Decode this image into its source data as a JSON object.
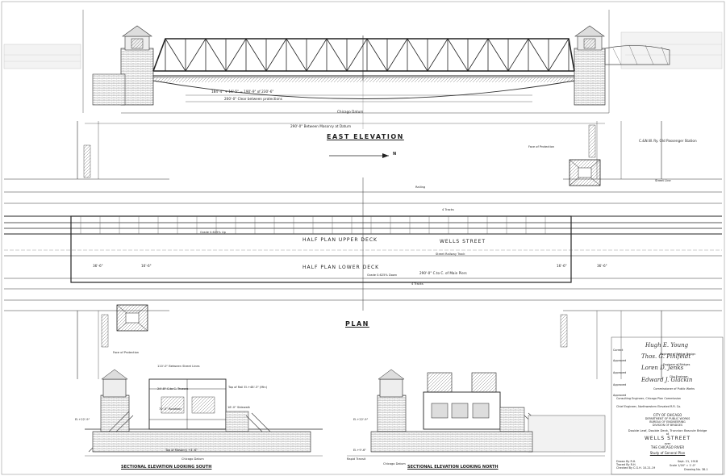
{
  "elevation": {
    "title": "EAST ELEVATION",
    "dim_trusses": "184'-4\" + 16'-5\" = 190'-9\" of 230'-6\"",
    "dim_clear": "200'-0\" Clear between protections",
    "datum": "Chicago Datum",
    "dim_masonry": "290'-0\" Between Masonry at Datum"
  },
  "north_arrow": "N",
  "plan": {
    "title": "PLAN",
    "half_upper": "HALF   PLAN   UPPER   DECK",
    "half_lower": "HALF   PLAN   LOWER   DECK",
    "street": "WELLS     STREET",
    "upper_grade": "Grade 0.625% Up",
    "lower_grade": "Grade 0.625% Down",
    "railway_track": "Street Railway Track",
    "span_note": "290'-0\" C.to C. of Main Piers",
    "tracks_top": "4 Tracks",
    "tracks_bot": "4 Tracks",
    "face_protection_top": "Face of Protection",
    "face_protection_bot": "Face of Protection",
    "old_station": "C.&N.W. Ry. Old Passenger Station",
    "street_line": "Street Line",
    "railing": "Railing",
    "dim_36": "36'-6\"",
    "dim_16": "16'-6\"",
    "dim_36b": "36'-6\"",
    "dim_16b": "16'-6\""
  },
  "sections": {
    "south_title": "SECTIONAL  ELEVATION  LOOKING  SOUTH",
    "north_title": "SECTIONAL  ELEVATION  LOOKING  NORTH",
    "south_dim": "110'-0\" Between Street Lines",
    "datum": "Chicago Datum",
    "top_masonry": "Top of Masonry +4'-6\"",
    "elev_1": "El.+22'-9\"",
    "elev_2": "El.+22'-9\"",
    "elev_3": "El.+9'-6\"",
    "top_of_rail": "Top of Rail El.+48'-3\" (Min)",
    "dim_24": "24'-8\" C.to C. Trusses",
    "dim_70": "70'-0\" Roadway",
    "dim_18": "18'-0\" Sidewalk",
    "chicago_datum_n": "Chicago Datum",
    "rapid_transit": "Rapid Transit"
  },
  "approvals": {
    "correct": "Correct",
    "approved_1": "Approved",
    "approved_2": "Approved",
    "approved_3": "Approved",
    "approved_4": "Approved",
    "sig_1": "Hugh E. Young",
    "role_1": "Engineer of Bridge Design",
    "sig_2": "Thos. G. Pihlfeldt",
    "role_2": "Engineer of Bridges",
    "sig_3": "Loren D. Jenks",
    "role_3": "City Engineer",
    "sig_4": "Edward J. Glackin",
    "role_4": "Commissioner of Public Works",
    "consult": "Consulting Engineer, Chicago Plan Commission",
    "chief": "Chief Engineer, Northwestern Elevated R.R. Co."
  },
  "title_block": {
    "city": "CITY OF CHICAGO",
    "dept": "DEPARTMENT OF PUBLIC WORKS",
    "bureau": "BUREAU OF ENGINEERING",
    "division": "DIVISION OF BRIDGES",
    "type": "Double Leaf, Double Deck, Trunnion Bascule Bridge",
    "at": "at",
    "street": "WELLS  STREET",
    "over": "over",
    "river": "THE CHICAGO RIVER",
    "sheet": "Study of General Plan",
    "drawn": "Drawn By  R.H.",
    "traced": "Traced By  R.H.",
    "checked": "Checked By  C.G.H. 10-21-19",
    "date": "Sept. 21, 1918",
    "scale": "Scale  1/16\" = 1'-0\"",
    "drawing_no": "Drawing No.  38-1"
  }
}
